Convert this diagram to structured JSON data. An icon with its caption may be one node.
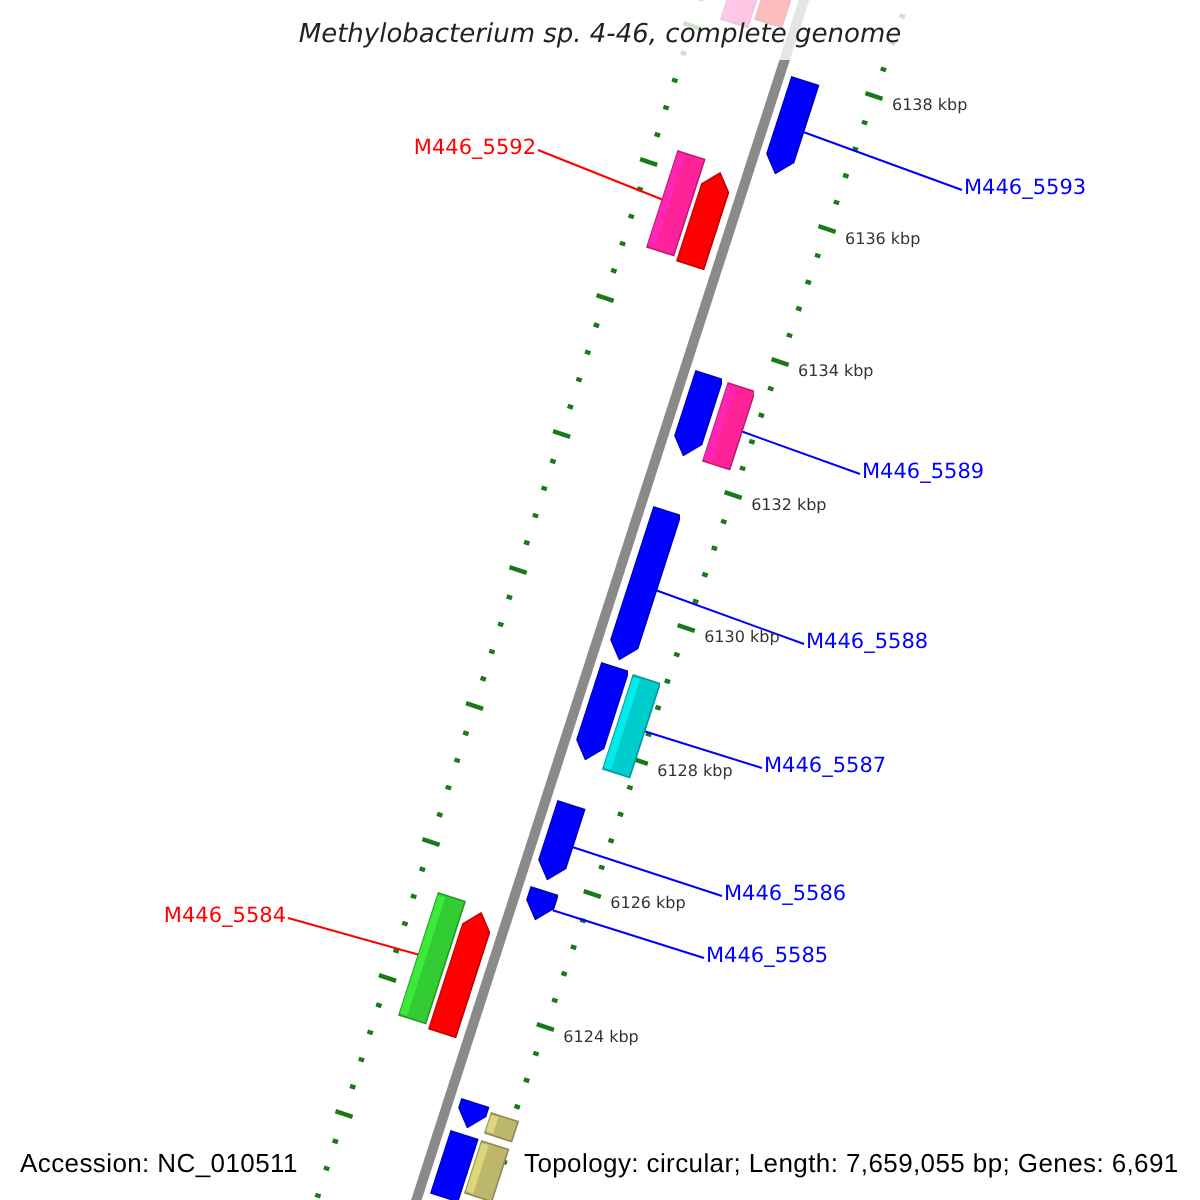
{
  "diagram": {
    "title": "Methylobacterium sp. 4-46, complete genome",
    "nodes": [
      {
        "text": [],
        "shape": "box"
      },
      {
        "text": [],
        "shape": "box"
      },
      {
        "text": [
          "M446_5592"
        ]
      },
      {
        "text": [],
        "shape": "box"
      },
      {
        "text": [
          "M446_5593"
        ]
      },
      {
        "text": [],
        "shape": "box"
      },
      {
        "text": [],
        "shape": "box"
      },
      {
        "text": [],
        "shape": "box"
      },
      {
        "text": [],
        "shape": "box"
      },
      {
        "text": [
          "M446_5589"
        ]
      },
      {
        "text": [],
        "shape": "box"
      },
      {
        "text": [
          "M446_5588"
        ]
      },
      {
        "text": [],
        "shape": "box"
      },
      {
        "text": [],
        "shape": "box"
      },
      {
        "text": [
          "M446_5587"
        ]
      },
      {
        "text": [],
        "shape": "box"
      },
      {
        "text": [
          "M446_5586"
        ]
      },
      {
        "text": [],
        "shape": "box"
      },
      {
        "text": [
          "M446_5584"
        ]
      },
      {
        "text": [],
        "shape": "box"
      },
      {
        "text": [],
        "shape": "box"
      },
      {
        "text": [
          "M446_5585"
        ]
      },
      {
        "text": [],
        "shape": "box"
      },
      {
        "text": [],
        "shape": "box"
      },
      {
        "text": [],
        "shape": "box"
      },
      {
        "text": [],
        "shape": "box"
      }
    ],
    "edges": [
      {
        "from": 2,
        "to": 5,
        "arrow": "none",
        "color": "#ff0000"
      },
      {
        "from": 4,
        "to": 3,
        "arrow": "none"
      },
      {
        "from": 9,
        "to": 8,
        "arrow": "none"
      },
      {
        "from": 11,
        "to": 10,
        "arrow": "none"
      },
      {
        "from": 14,
        "to": 13,
        "arrow": "none"
      },
      {
        "from": 16,
        "to": 15,
        "arrow": "none"
      },
      {
        "from": 18,
        "to": 19,
        "arrow": "none",
        "color": "#ff0000"
      },
      {
        "from": 21,
        "to": 17,
        "arrow": "none"
      }
    ],
    "labels": [
      "6138 kbp",
      "6136 kbp",
      "6134 kbp",
      "6132 kbp",
      "6130 kbp",
      "6128 kbp",
      "6126 kbp",
      "6124 kbp",
      "Accession: NC_010511",
      "Topology: circular; Length: 7,659,055 bp; Genes: 6,691"
    ]
  }
}
